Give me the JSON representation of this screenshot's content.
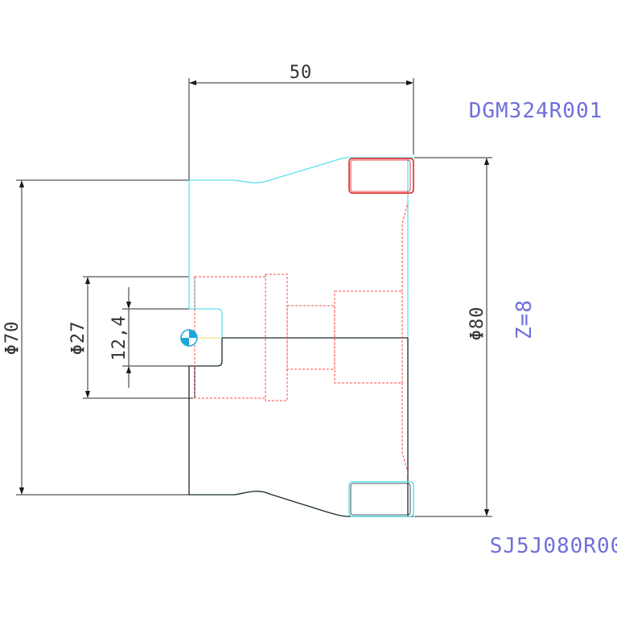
{
  "drawing": {
    "part_code": "DGM324R001",
    "tool_code": "SJ5J080R00",
    "teeth": "Z=8",
    "dimensions": {
      "length": "50",
      "diameter_body": "Φ70",
      "diameter_cutter": "Φ80",
      "diameter_bore": "Φ27",
      "keyway_width": "12,4"
    }
  },
  "colors": {
    "dimension_line": "#2a2a2a",
    "outline_cyan": "#5fe0ee",
    "outline_dark": "#1a2a30",
    "hidden_red": "#ff4a4a",
    "insert_red": "#e01818",
    "label_blue": "#6f6fdc",
    "centermark_blue": "#1aa8d8"
  }
}
